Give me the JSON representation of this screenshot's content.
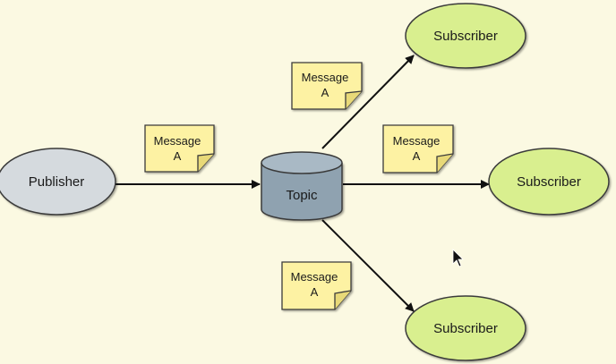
{
  "diagram": {
    "publisher": {
      "label": "Publisher"
    },
    "topic": {
      "label": "Topic"
    },
    "subscribers": [
      {
        "label": "Subscriber"
      },
      {
        "label": "Subscriber"
      },
      {
        "label": "Subscriber"
      }
    ],
    "messages": [
      {
        "line1": "Message",
        "line2": "A"
      },
      {
        "line1": "Message",
        "line2": "A"
      },
      {
        "line1": "Message",
        "line2": "A"
      },
      {
        "line1": "Message",
        "line2": "A"
      }
    ]
  },
  "colors": {
    "background": "#fbf9e2",
    "publisher_fill": "#d5dade",
    "topic_fill": "#8fa2b0",
    "subscriber_fill": "#d9ef8f",
    "message_fill": "#fdf2a3",
    "stroke": "#3a3a3a"
  }
}
